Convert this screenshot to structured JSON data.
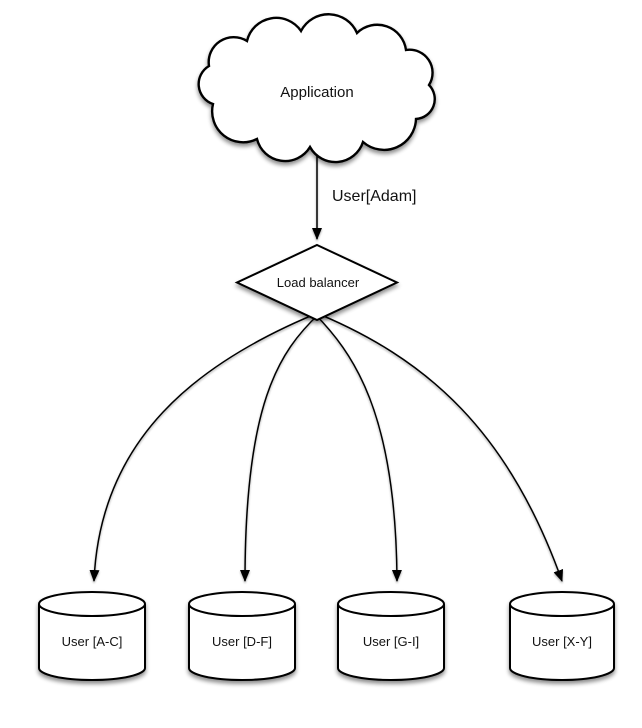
{
  "diagram": {
    "background_color": "#ffffff",
    "line_color": "#000000",
    "nodes": [
      {
        "id": "application",
        "shape": "cloud",
        "label": "Application"
      },
      {
        "id": "load-balancer",
        "shape": "diamond",
        "label": "Load balancer"
      },
      {
        "id": "shard-a-c",
        "shape": "cylinder",
        "label": "User [A-C]"
      },
      {
        "id": "shard-d-f",
        "shape": "cylinder",
        "label": "User [D-F]"
      },
      {
        "id": "shard-g-i",
        "shape": "cylinder",
        "label": "User [G-I]"
      },
      {
        "id": "shard-x-y",
        "shape": "cylinder",
        "label": "User [X-Y]"
      }
    ],
    "edges": [
      {
        "from": "application",
        "to": "load-balancer",
        "label": "User[Adam]"
      },
      {
        "from": "load-balancer",
        "to": "shard-a-c",
        "label": ""
      },
      {
        "from": "load-balancer",
        "to": "shard-d-f",
        "label": ""
      },
      {
        "from": "load-balancer",
        "to": "shard-g-i",
        "label": ""
      },
      {
        "from": "load-balancer",
        "to": "shard-x-y",
        "label": ""
      }
    ]
  }
}
